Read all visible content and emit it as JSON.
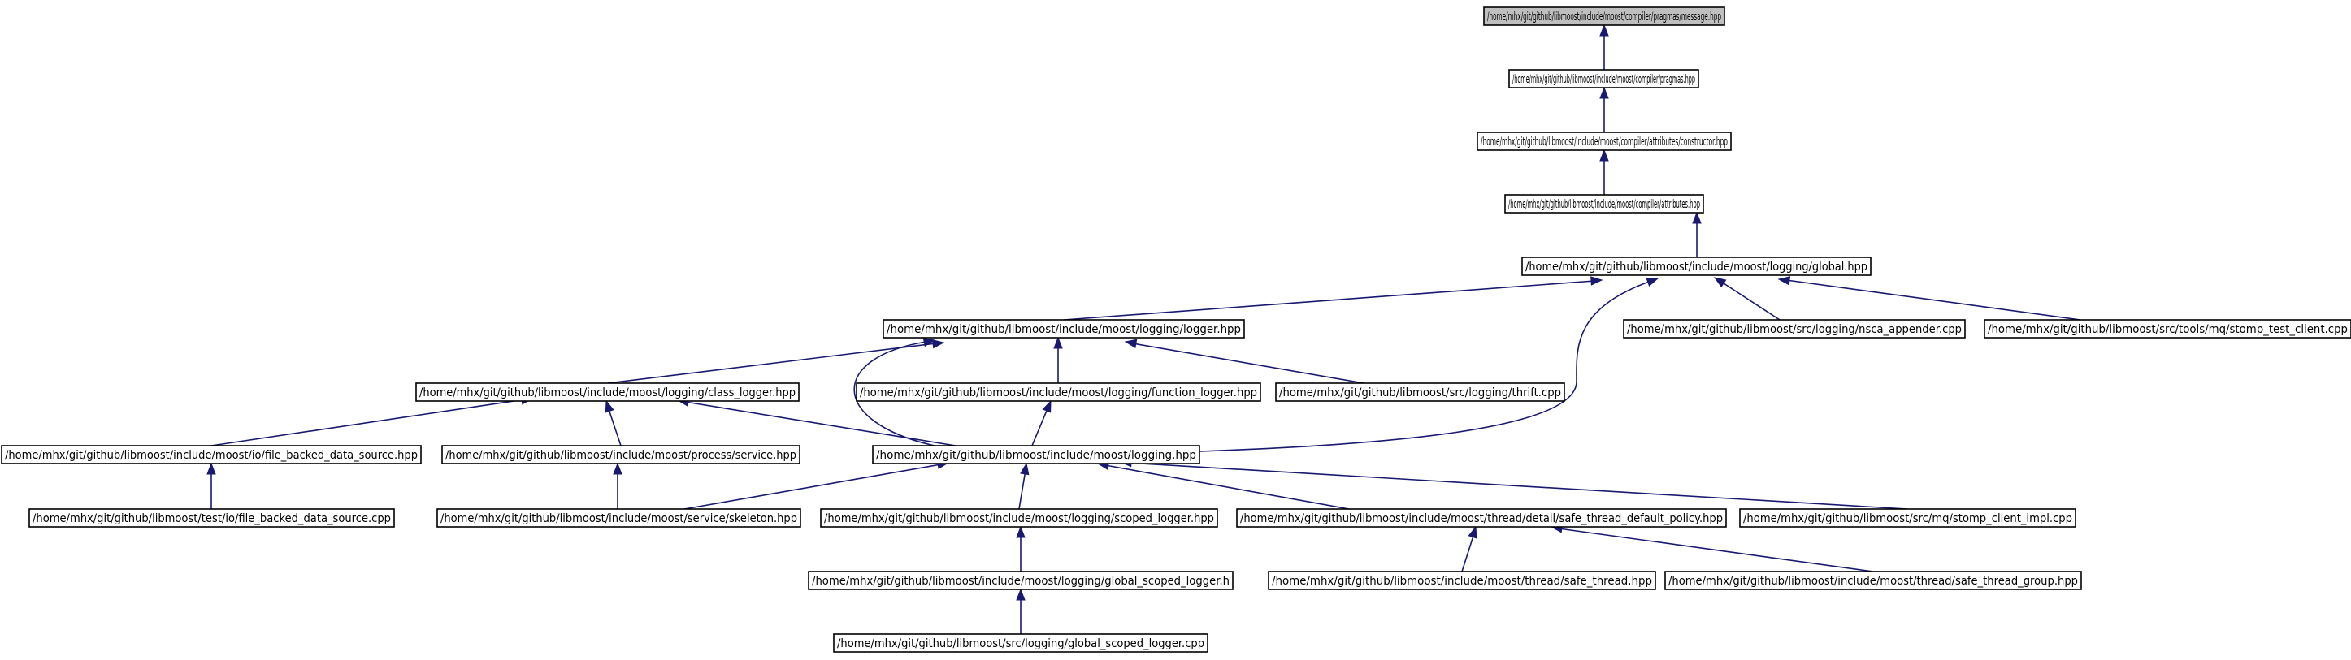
{
  "graph": {
    "nodes": [
      {
        "id": "message",
        "label": "/home/mhx/git/github/libmoost/include/moost/compiler/pragmas/message.hpp",
        "highlighted": true
      },
      {
        "id": "pragmas",
        "label": "/home/mhx/git/github/libmoost/include/moost/compiler/pragmas.hpp"
      },
      {
        "id": "constructor",
        "label": "/home/mhx/git/github/libmoost/include/moost/compiler/attributes/constructor.hpp"
      },
      {
        "id": "attributes",
        "label": "/home/mhx/git/github/libmoost/include/moost/compiler/attributes.hpp"
      },
      {
        "id": "global",
        "label": "/home/mhx/git/github/libmoost/include/moost/logging/global.hpp"
      },
      {
        "id": "logger",
        "label": "/home/mhx/git/github/libmoost/include/moost/logging/logger.hpp"
      },
      {
        "id": "nsca",
        "label": "/home/mhx/git/github/libmoost/src/logging/nsca_appender.cpp"
      },
      {
        "id": "stomp_test",
        "label": "/home/mhx/git/github/libmoost/src/tools/mq/stomp_test_client.cpp"
      },
      {
        "id": "class_logger",
        "label": "/home/mhx/git/github/libmoost/include/moost/logging/class_logger.hpp"
      },
      {
        "id": "function_logger",
        "label": "/home/mhx/git/github/libmoost/include/moost/logging/function_logger.hpp"
      },
      {
        "id": "thrift",
        "label": "/home/mhx/git/github/libmoost/src/logging/thrift.cpp"
      },
      {
        "id": "file_backed",
        "label": "/home/mhx/git/github/libmoost/include/moost/io/file_backed_data_source.hpp"
      },
      {
        "id": "service",
        "label": "/home/mhx/git/github/libmoost/include/moost/process/service.hpp"
      },
      {
        "id": "logging",
        "label": "/home/mhx/git/github/libmoost/include/moost/logging.hpp"
      },
      {
        "id": "test_file_backed",
        "label": "/home/mhx/git/github/libmoost/test/io/file_backed_data_source.cpp"
      },
      {
        "id": "skeleton",
        "label": "/home/mhx/git/github/libmoost/include/moost/service/skeleton.hpp"
      },
      {
        "id": "scoped_logger",
        "label": "/home/mhx/git/github/libmoost/include/moost/logging/scoped_logger.hpp"
      },
      {
        "id": "safe_thread_policy",
        "label": "/home/mhx/git/github/libmoost/include/moost/thread/detail/safe_thread_default_policy.hpp"
      },
      {
        "id": "stomp_client_impl",
        "label": "/home/mhx/git/github/libmoost/src/mq/stomp_client_impl.cpp"
      },
      {
        "id": "global_scoped_logger_h",
        "label": "/home/mhx/git/github/libmoost/include/moost/logging/global_scoped_logger.h"
      },
      {
        "id": "safe_thread",
        "label": "/home/mhx/git/github/libmoost/include/moost/thread/safe_thread.hpp"
      },
      {
        "id": "safe_thread_group",
        "label": "/home/mhx/git/github/libmoost/include/moost/thread/safe_thread_group.hpp"
      },
      {
        "id": "global_scoped_logger_cpp",
        "label": "/home/mhx/git/github/libmoost/src/logging/global_scoped_logger.cpp"
      }
    ],
    "edges": [
      {
        "from": "pragmas",
        "to": "message"
      },
      {
        "from": "constructor",
        "to": "pragmas"
      },
      {
        "from": "attributes",
        "to": "constructor"
      },
      {
        "from": "global",
        "to": "attributes"
      },
      {
        "from": "logger",
        "to": "global"
      },
      {
        "from": "nsca",
        "to": "global"
      },
      {
        "from": "stomp_test",
        "to": "global"
      },
      {
        "from": "logging",
        "to": "global"
      },
      {
        "from": "class_logger",
        "to": "logger"
      },
      {
        "from": "function_logger",
        "to": "logger"
      },
      {
        "from": "thrift",
        "to": "logger"
      },
      {
        "from": "logging",
        "to": "logger"
      },
      {
        "from": "file_backed",
        "to": "class_logger"
      },
      {
        "from": "service",
        "to": "class_logger"
      },
      {
        "from": "logging",
        "to": "class_logger"
      },
      {
        "from": "logging",
        "to": "function_logger"
      },
      {
        "from": "test_file_backed",
        "to": "file_backed"
      },
      {
        "from": "skeleton",
        "to": "service"
      },
      {
        "from": "skeleton",
        "to": "logging"
      },
      {
        "from": "scoped_logger",
        "to": "logging"
      },
      {
        "from": "safe_thread_policy",
        "to": "logging"
      },
      {
        "from": "stomp_client_impl",
        "to": "logging"
      },
      {
        "from": "global_scoped_logger_h",
        "to": "scoped_logger"
      },
      {
        "from": "global_scoped_logger_cpp",
        "to": "global_scoped_logger_h"
      },
      {
        "from": "safe_thread",
        "to": "safe_thread_policy"
      },
      {
        "from": "safe_thread_group",
        "to": "safe_thread_policy"
      }
    ]
  },
  "colors": {
    "edge": "#191970",
    "root_fill": "#bfbfbf",
    "node_fill": "#ffffff",
    "node_stroke": "#000000"
  }
}
